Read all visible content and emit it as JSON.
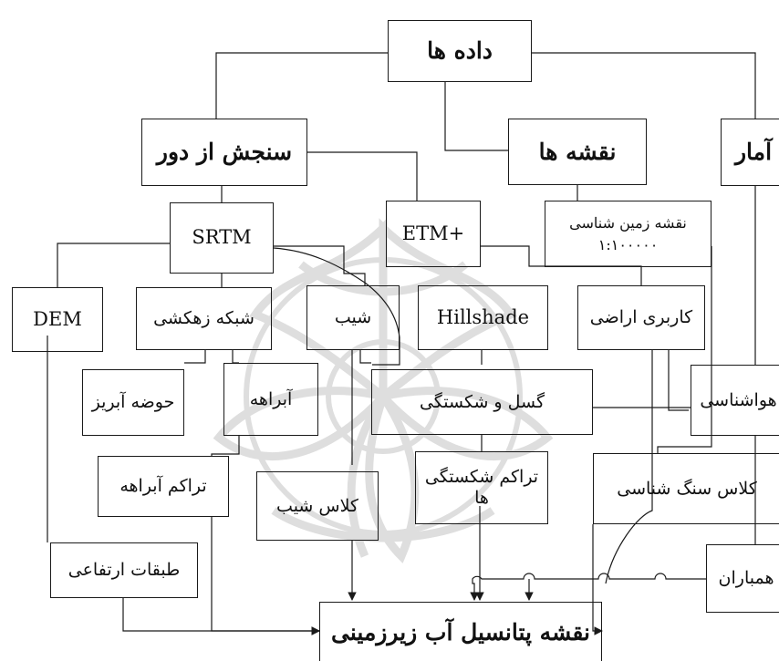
{
  "diagram": {
    "nodes": {
      "data": "داده ها",
      "remote_sensing": "سنجش از دور",
      "maps": "نقشه ها",
      "statistics": "آمار",
      "srtm": "SRTM",
      "etm": "ETM+",
      "geology_map_line1": "نقشه زمین شناسی",
      "geology_map_line2": "۱:۱۰۰۰۰۰",
      "dem": "DEM",
      "drainage_network": "شبکه زهکشی",
      "slope": "شیب",
      "hillshade": "Hillshade",
      "land_use": "کاربری اراضی",
      "watershed": "حوضه آبریز",
      "waterways": "آبراهه",
      "faults_fractures": "گسل و شکستگی",
      "meteorology": "هواشناسی",
      "drainage_density": "تراکم آبراهه",
      "slope_class": "کلاس شیب",
      "fracture_density": "تراکم شکستگی ها",
      "lithology_class": "کلاس سنگ شناسی",
      "elevation_classes": "طبقات ارتفاعی",
      "isohyets": "همباران",
      "groundwater_potential_map": "نقشه پتانسیل آب زیرزمینی"
    },
    "colors": {
      "line": "#1a1a1a",
      "text": "#111111",
      "watermark": "#dedede"
    }
  }
}
